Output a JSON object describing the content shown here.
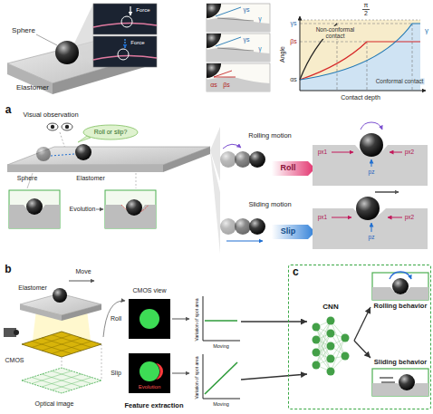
{
  "diagram": {
    "nodes": [
      {
        "text": [
          "Variation of spot area",
          "Moving"
        ]
      },
      {
        "text": [
          "Variation of spot area",
          "Moving"
        ]
      },
      {
        "text": [
          "c"
        ]
      },
      {
        "text": [
          "CNN"
        ],
        "in": 2
      },
      {
        "text": [
          "Rolling behavior"
        ],
        "in": 2
      },
      {
        "text": [
          "Sliding behavior"
        ],
        "in": 2
      }
    ],
    "edges": [
      {
        "from": 0,
        "to": 3,
        "arrow": "to"
      },
      {
        "from": 1,
        "to": 3,
        "arrow": "to"
      },
      {
        "from": 3,
        "to": 4,
        "arrow": "to"
      },
      {
        "from": 3,
        "to": 5,
        "arrow": "to"
      }
    ],
    "labels": [
      "Sphere",
      "Elastomer",
      "Force",
      "Force",
      "γs",
      "γ",
      "γs",
      "γ",
      "αs",
      "βs",
      "π",
      "2",
      "γs",
      "βs",
      "αs",
      "Angle",
      "Non-conformal contact",
      "Conformal contact",
      "γ",
      "Contact depth",
      "a",
      "Visual observation",
      "Roll or slip?",
      "Sphere",
      "Elastomer",
      "Evolution",
      "Rolling motion",
      "Sliding motion",
      "Roll",
      "px1",
      "px2",
      "pz",
      "Slip",
      "px1",
      "px2",
      "pz",
      "b",
      "Elastomer",
      "Move",
      "CMOS",
      "Optical image",
      "CMOS view",
      "Roll",
      "Slip",
      "Evolution",
      "Feature extraction"
    ]
  }
}
